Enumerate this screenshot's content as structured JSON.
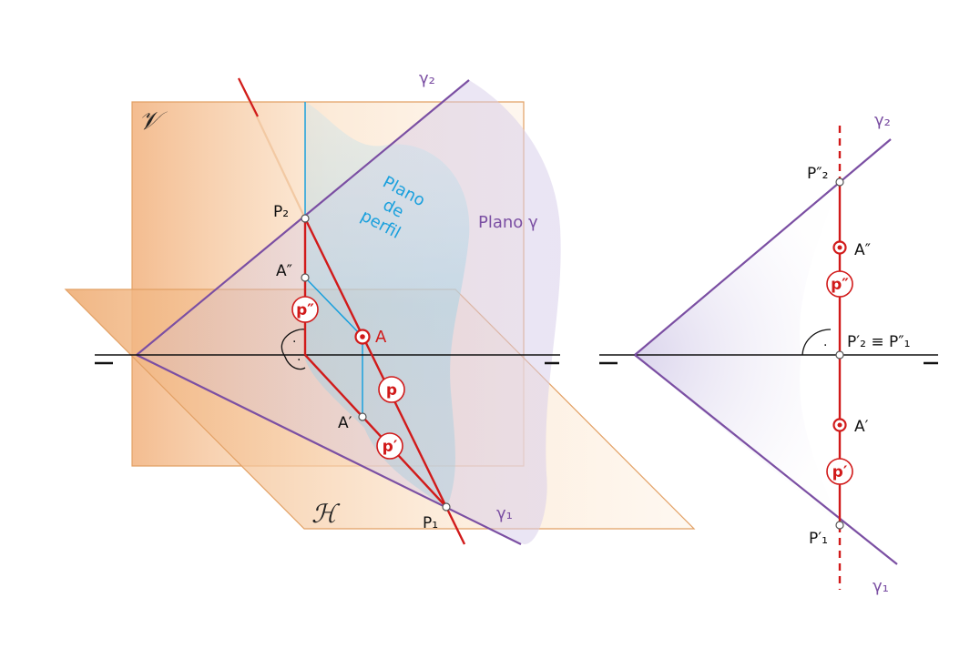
{
  "colors": {
    "red": "#d11a1a",
    "purple": "#7b4fa3",
    "blue": "#1aa0dd",
    "plane_orange": "#f0b47a",
    "plane_edge": "#e2a064",
    "ground": "#111111"
  },
  "left_view": {
    "plane_v_label": "𝒱",
    "plane_h_label": "ℋ",
    "gamma2_label": "γ₂",
    "gamma1_label": "γ₁",
    "plano_gamma_label": "Plano γ",
    "plano_perfil_line1": "Plano",
    "plano_perfil_line2": "de",
    "plano_perfil_line3": "perfil",
    "p2_label": "P₂",
    "p1_label": "P₁",
    "a2_label": "A″",
    "a1_label": "A′",
    "a_label": "A",
    "p2_tag": "p″",
    "p_tag": "p",
    "p1_tag": "p′",
    "right_angle_dot": "·"
  },
  "right_view": {
    "gamma2_label": "γ₂",
    "gamma1_label": "γ₁",
    "p2_label": "P″₂",
    "p1_label": "P′₁",
    "a2_label": "A″",
    "a1_label": "A′",
    "coincide_label": "P′₂ ≡ P″₁",
    "p2_tag": "p″",
    "p1_tag": "p′",
    "right_angle_dot": "·"
  }
}
